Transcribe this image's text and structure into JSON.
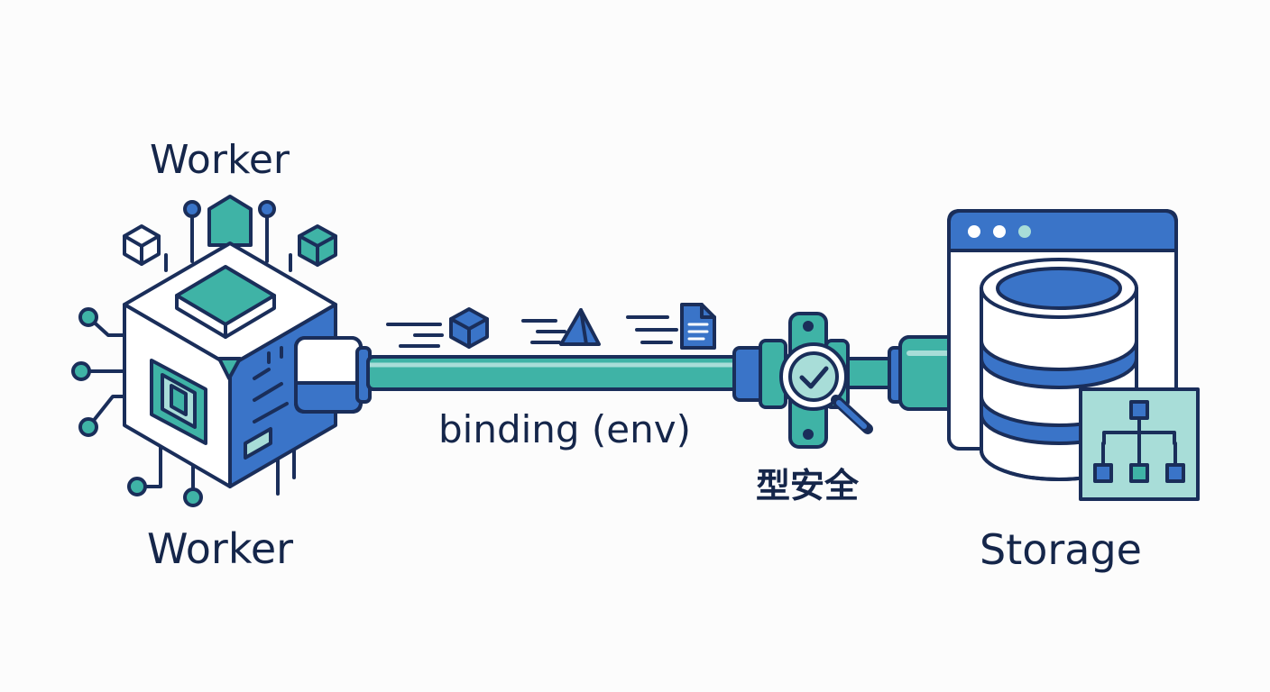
{
  "labels": {
    "worker_top": "Worker",
    "worker_bottom": "Worker",
    "binding": "binding (env)",
    "type_safe": "型安全",
    "storage": "Storage"
  },
  "colors": {
    "outline": "#1a2e5a",
    "blue": "#3a74c8",
    "teal": "#3fb3a6",
    "light_teal": "#a8ddd8",
    "pale": "#e6f1f3",
    "white": "#ffffff"
  },
  "icons": {
    "worker": "isometric-cube-chip-icon",
    "payload_cube": "cube-icon",
    "payload_prism": "pyramid-icon",
    "payload_doc": "document-icon",
    "valve": "magnifier-check-icon",
    "storage": "database-window-icon",
    "schema": "hierarchy-icon"
  }
}
